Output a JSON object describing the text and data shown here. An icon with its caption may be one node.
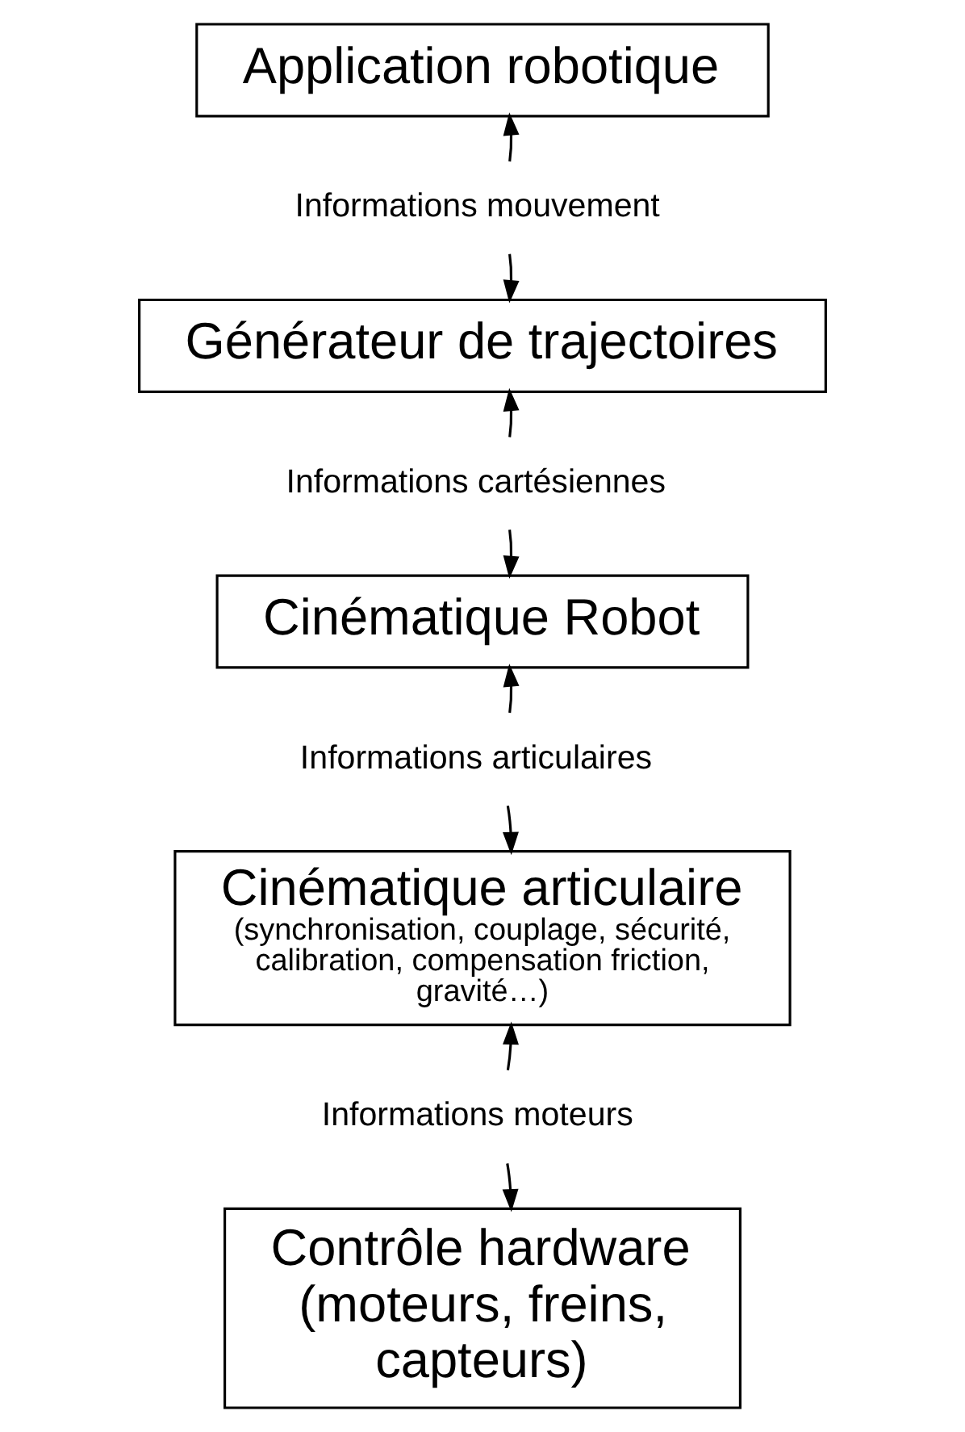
{
  "diagram": {
    "nodes": [
      {
        "text": [
          "Application robotique"
        ]
      },
      {
        "text": [
          "Informations mouvement"
        ]
      },
      {
        "text": [
          "Générateur de trajectoires"
        ]
      },
      {
        "text": [
          "Informations cartésiennes"
        ]
      },
      {
        "text": [
          "Cinématique Robot"
        ]
      },
      {
        "text": [
          "Informations articulaires"
        ]
      },
      {
        "text": [
          "Cinématique articulaire",
          "(synchronisation, couplage, sécurité, calibration, compensation friction, gravité…)"
        ]
      },
      {
        "text": [
          "Informations moteurs"
        ]
      },
      {
        "text": [
          "Contrôle hardware (moteurs, freins, capteurs)"
        ]
      }
    ],
    "edges": [
      {
        "from": 1,
        "to": 0,
        "arrow": "to"
      },
      {
        "from": 1,
        "to": 2,
        "arrow": "to"
      },
      {
        "from": 3,
        "to": 2,
        "arrow": "to"
      },
      {
        "from": 3,
        "to": 4,
        "arrow": "to"
      },
      {
        "from": 5,
        "to": 4,
        "arrow": "to"
      },
      {
        "from": 5,
        "to": 6,
        "arrow": "to"
      },
      {
        "from": 7,
        "to": 6,
        "arrow": "to"
      },
      {
        "from": 7,
        "to": 8,
        "arrow": "to"
      }
    ]
  }
}
